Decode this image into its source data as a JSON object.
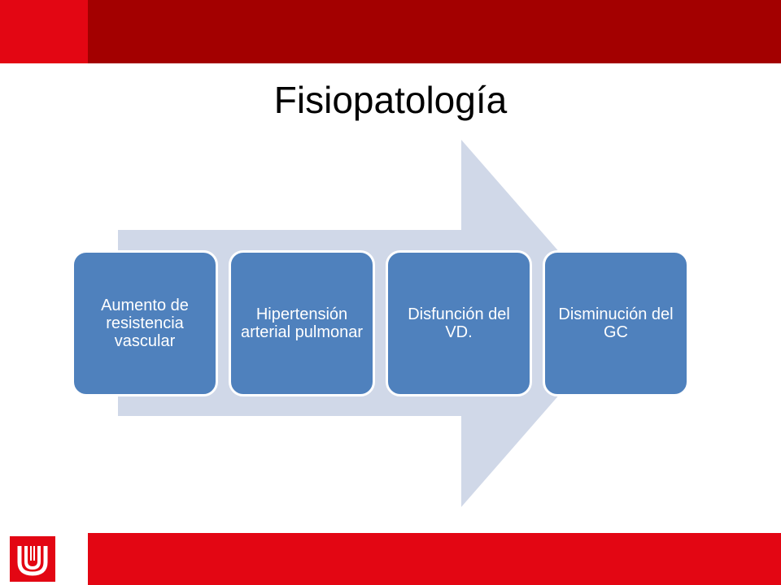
{
  "slide": {
    "title": "Fisiopatología"
  },
  "diagram": {
    "steps": [
      {
        "label": "Aumento de resistencia vascular"
      },
      {
        "label": "Hipertensión arterial pulmonar"
      },
      {
        "label": "Disfunción del VD."
      },
      {
        "label": "Disminución del GC"
      }
    ]
  },
  "colors": {
    "accent_red": "#e30613",
    "dark_red": "#a30000",
    "box_blue": "#4f81bd",
    "arrow_fill": "#d0d8e8"
  },
  "logo": {
    "icon": "university-u-logo-icon"
  }
}
